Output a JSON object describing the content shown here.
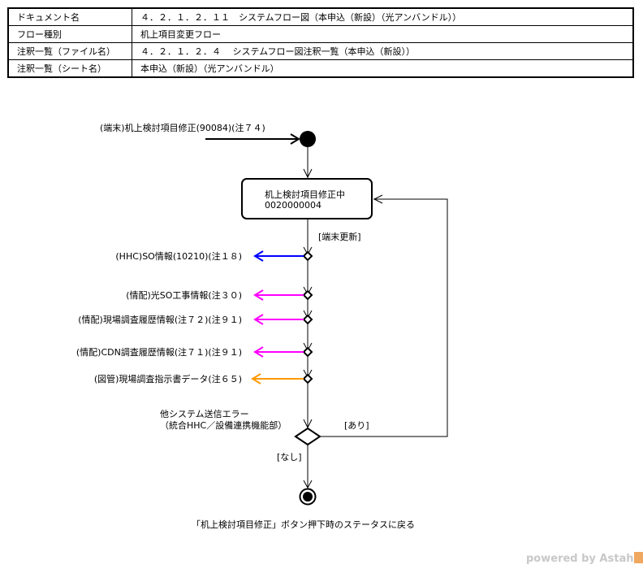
{
  "header_table": {
    "rows": [
      {
        "key": "ドキュメント名",
        "value": "４．２．１．２．１１　システムフロー図（本申込（新設）（光アンバンドル））"
      },
      {
        "key": "フロー種別",
        "value": "机上項目変更フロー"
      },
      {
        "key": "注釈一覧（ファイル名）",
        "value": "４．２．１．２．４　 システムフロー図注釈一覧（本申込（新設））"
      },
      {
        "key": "注釈一覧（シート名）",
        "value": "本申込（新設）（光アンバンドル）"
      }
    ]
  },
  "diagram": {
    "trigger_label": "(端末)机上検討項目修正(90084)(注７４)",
    "state": {
      "name": "机上検討項目修正中",
      "code": "0020000004"
    },
    "guard_update": "[端末更新]",
    "outputs": [
      {
        "label": "(HHC)SO情報(10210)(注１８)",
        "color": "#0000ff"
      },
      {
        "label": "(情配)光SO工事情報(注３０)",
        "color": "#ff00ff"
      },
      {
        "label": "(情配)現場調査履歴情報(注７２)(注９１)",
        "color": "#ff00ff"
      },
      {
        "label": "(情配)CDN調査履歴情報(注７１)(注９１)",
        "color": "#ff00ff"
      },
      {
        "label": "(図管)現場調査指示書データ(注６５)",
        "color": "#ff9900"
      }
    ],
    "decision_label_line1": "他システム送信エラー",
    "decision_label_line2": "（統合HHC／設備連携機能部）",
    "guard_yes": "[あり]",
    "guard_no": "[なし]",
    "final_note": "「机上検討項目修正」ボタン押下時のステータスに戻る"
  },
  "watermark": {
    "text": "powered by Astah"
  }
}
